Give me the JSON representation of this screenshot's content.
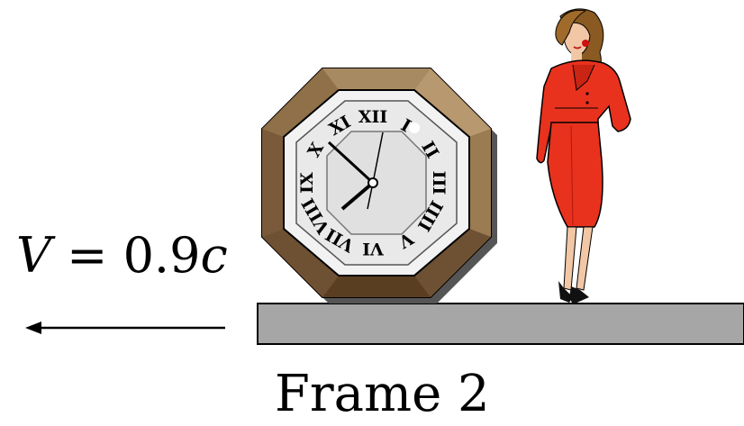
{
  "velocity": {
    "symbol": "V",
    "equals": " = ",
    "value": "0.9",
    "unit": "c"
  },
  "frame_label": "Frame 2",
  "clock": {
    "numerals": [
      "XII",
      "I",
      "II",
      "III",
      "IIII",
      "V",
      "VI",
      "VII",
      "VIII",
      "IX",
      "X",
      "XI"
    ]
  },
  "colors": {
    "platform": "#a6a6a6",
    "clock_frame": "#8a6b45",
    "clock_face": "#e9e9e9",
    "dress": "#e8321e"
  }
}
